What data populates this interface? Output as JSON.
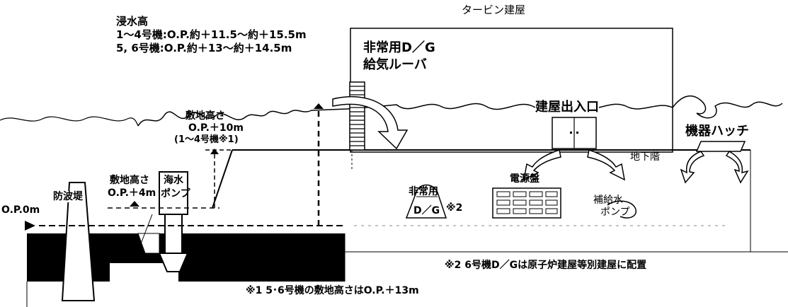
{
  "flood": {
    "title": "浸水高",
    "line1": "1～4号機:O.P.約＋11.5～約＋15.5m",
    "line2": "5, 6号機:O.P.約＋13～約＋14.5m"
  },
  "turbine_building": "タービン建屋",
  "dg_louver": {
    "line1": "非常用D／G",
    "line2": "給気ルーバ"
  },
  "site_height_main": {
    "line1": "敷地高さ",
    "line2": "O.P.＋10m",
    "line3": "(1～4号機※1)"
  },
  "site_height_low": {
    "line1": "敷地高さ",
    "line2": "O.P.＋4m"
  },
  "seawall": "防波堤",
  "seawater_pump": {
    "line1": "海水",
    "line2": "ポンプ"
  },
  "op_zero": "O.P.0m",
  "building_entrance": "建屋出入口",
  "equipment_hatch": "機器ハッチ",
  "basement": "地下階",
  "emergency_dg": {
    "line1": "非常用",
    "line2": "D／G",
    "note": "※2"
  },
  "power_panel": "電源盤",
  "makeup_pump": {
    "line1": "補給水",
    "line2": "ポンプ"
  },
  "note1": "※1  5･6号機の敷地高さはO.P.＋13m",
  "note2": "※2  6号機D／Gは原子炉建屋等別建屋に配置"
}
